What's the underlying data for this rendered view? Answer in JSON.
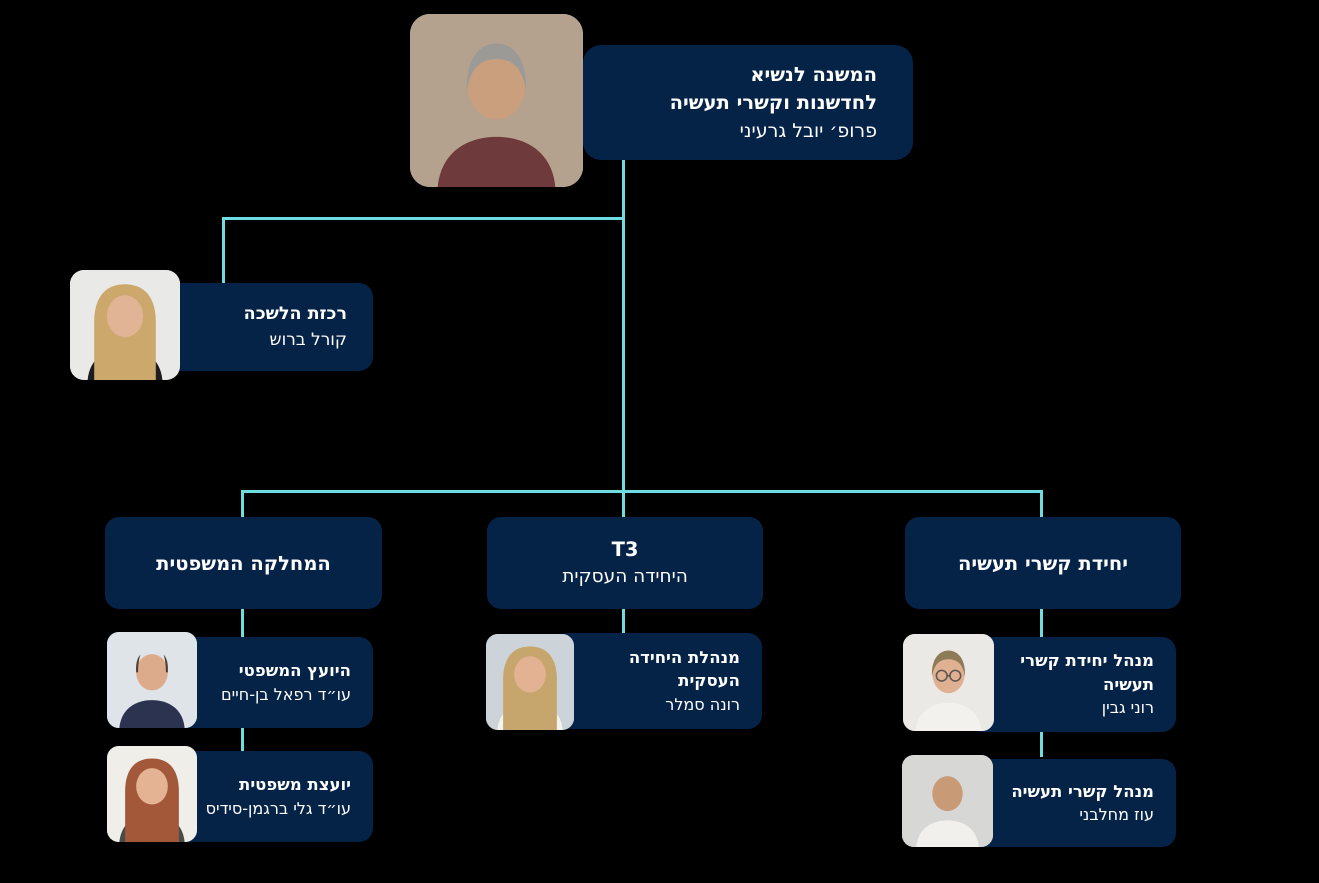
{
  "colors": {
    "background": "#000000",
    "box": "#052247",
    "connector": "#6fdce1",
    "text": "#ffffff"
  },
  "org": {
    "root": {
      "role_lines": [
        "המשנה לנשיא",
        "לחדשנות וקשרי תעשיה"
      ],
      "name": "פרופ׳ יובל גרעיני",
      "avatar": {
        "background": "#b5a28e",
        "skin": "#c99f7e",
        "hair": "#9b9a96",
        "hair_style": "short",
        "shirt": "#6e3a3c"
      }
    },
    "office_coordinator": {
      "role": "רכזת הלשכה",
      "name": "קורל ברוש",
      "avatar": {
        "background": "#e9e9e7",
        "skin": "#e0b495",
        "hair": "#cda86c",
        "hair_style": "long",
        "shirt": "#1d1d1f"
      }
    },
    "departments": [
      {
        "title": "המחלקה המשפטית",
        "subtitle": "",
        "members": [
          {
            "role_lines": [
              "היועץ המשפטי"
            ],
            "name": "עו״ד רפאל בן-חיים",
            "avatar": {
              "background": "#dfe4e9",
              "skin": "#dcab8c",
              "hair": "#4a3b30",
              "hair_style": "balding",
              "shirt": "#2b3350"
            }
          },
          {
            "role_lines": [
              "יועצת משפטית"
            ],
            "name": "עו״ד גלי ברגמן-סידיס",
            "avatar": {
              "background": "#efeee9",
              "skin": "#e3b394",
              "hair": "#a4583a",
              "hair_style": "long",
              "shirt": "#4b4b4b"
            }
          }
        ]
      },
      {
        "title": "T3",
        "subtitle": "היחידה העסקית",
        "members": [
          {
            "role_lines": [
              "מנהלת היחידה",
              "העסקית"
            ],
            "name": "רונה סמלר",
            "avatar": {
              "background": "#ccd4d9",
              "skin": "#e2b293",
              "hair": "#c7a66e",
              "hair_style": "long",
              "shirt": "#f4f3f0"
            }
          }
        ]
      },
      {
        "title": "יחידת קשרי תעשיה",
        "subtitle": "",
        "members": [
          {
            "role_lines": [
              "מנהל יחידת קשרי",
              "תעשיה"
            ],
            "name": "רוני גבין",
            "avatar": {
              "background": "#ebe9e5",
              "skin": "#e0b092",
              "hair": "#8d7b57",
              "hair_style": "short",
              "shirt": "#f2f1ee",
              "glasses": true
            }
          },
          {
            "role_lines": [
              "מנהל קשרי תעשיה"
            ],
            "name": "עוז מחלבני",
            "avatar": {
              "background": "#d7d7d5",
              "skin": "#c89a76",
              "hair": "#6b5a4a",
              "hair_style": "bald",
              "shirt": "#f1f0ec"
            }
          }
        ]
      }
    ]
  }
}
